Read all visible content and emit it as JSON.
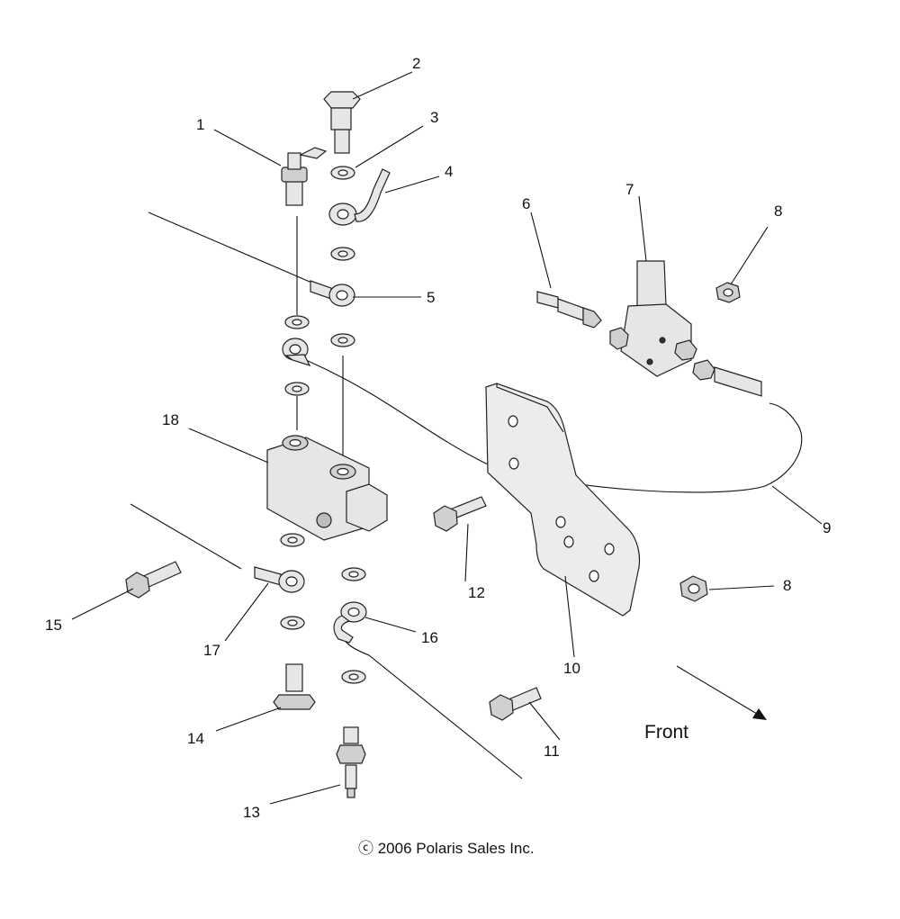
{
  "callouts": [
    {
      "id": "1",
      "text": "1"
    },
    {
      "id": "2",
      "text": "2"
    },
    {
      "id": "3",
      "text": "3"
    },
    {
      "id": "4",
      "text": "4"
    },
    {
      "id": "5",
      "text": "5"
    },
    {
      "id": "6",
      "text": "6"
    },
    {
      "id": "7",
      "text": "7"
    },
    {
      "id": "8a",
      "text": "8"
    },
    {
      "id": "8b",
      "text": "8"
    },
    {
      "id": "9",
      "text": "9"
    },
    {
      "id": "10",
      "text": "10"
    },
    {
      "id": "11",
      "text": "11"
    },
    {
      "id": "12",
      "text": "12"
    },
    {
      "id": "13",
      "text": "13"
    },
    {
      "id": "14",
      "text": "14"
    },
    {
      "id": "15",
      "text": "15"
    },
    {
      "id": "16",
      "text": "16"
    },
    {
      "id": "17",
      "text": "17"
    },
    {
      "id": "18",
      "text": "18"
    }
  ],
  "direction_label": "Front",
  "copyright": "ⓒ 2006 Polaris Sales Inc.",
  "colors": {
    "line": "#111111",
    "part_fill": "#e6e6e6",
    "part_dark": "#bdbdbd",
    "background": "#ffffff"
  }
}
